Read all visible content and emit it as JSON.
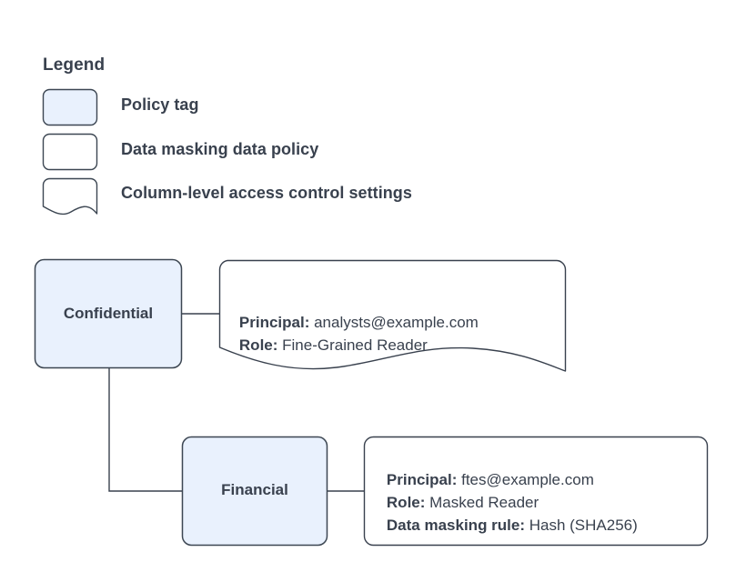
{
  "legend": {
    "title": "Legend",
    "items": [
      {
        "label": "Policy tag",
        "swatch": "policy-tag-swatch",
        "shape": "rounded-rect",
        "fill": "#e9f1fd",
        "stroke": "#3c4652"
      },
      {
        "label": "Data masking data policy",
        "swatch": "data-policy-swatch",
        "shape": "rounded-rect",
        "fill": "#ffffff",
        "stroke": "#3c4652"
      },
      {
        "label": "Column-level access control settings",
        "swatch": "access-control-swatch",
        "shape": "document-wave",
        "fill": "#ffffff",
        "stroke": "#3c4652"
      }
    ]
  },
  "diagram": {
    "nodes": [
      {
        "name": "confidential-node",
        "label": "Confidential",
        "fill": "#e9f1fd",
        "stroke": "#3c4652"
      },
      {
        "name": "financial-node",
        "label": "Financial",
        "fill": "#e9f1fd",
        "stroke": "#3c4652"
      }
    ],
    "callouts": [
      {
        "name": "confidential-callout",
        "shape": "document-wave",
        "lines": [
          {
            "key": "Principal:",
            "value": " analysts@example.com"
          },
          {
            "key": "Role:",
            "value": " Fine-Grained Reader"
          }
        ]
      },
      {
        "name": "financial-callout",
        "shape": "rounded-rect",
        "lines": [
          {
            "key": "Principal:",
            "value": " ftes@example.com"
          },
          {
            "key": "Role:",
            "value": " Masked Reader"
          },
          {
            "key": "Data masking rule:",
            "value": " Hash (SHA256)"
          }
        ]
      }
    ],
    "connectors": [
      {
        "name": "confidential-to-callout-connector",
        "from": "confidential-node",
        "to": "confidential-callout"
      },
      {
        "name": "confidential-to-financial-connector",
        "from": "confidential-node",
        "to": "financial-node"
      },
      {
        "name": "financial-to-callout-connector",
        "from": "financial-node",
        "to": "financial-callout"
      }
    ]
  },
  "colors": {
    "node_fill": "#e9f1fd",
    "stroke": "#3c4652",
    "text": "#39414e",
    "background": "#ffffff"
  }
}
